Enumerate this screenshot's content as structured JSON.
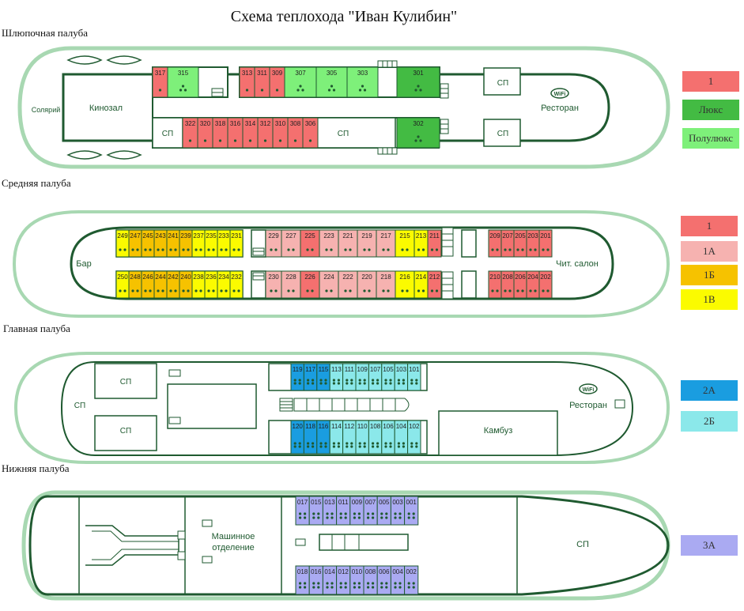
{
  "title": "Схема теплохода \"Иван Кулибин\"",
  "colors": {
    "c1": "#f4706f",
    "lux": "#43bb43",
    "polulux": "#7ef07a",
    "c1a": "#f6b2b0",
    "c1b": "#f6c200",
    "c1v": "#fbfb00",
    "c2a": "#1a9de0",
    "c2b": "#8be8ea",
    "c3a": "#aaaaf2",
    "hull": "#a8d8b2",
    "line": "#1f5a30"
  },
  "decks": [
    {
      "key": "boat",
      "label": "Шлюпочная палуба",
      "areas": {
        "solarium": "Солярий",
        "cinema": "Кинозал",
        "restaurant": "Ресторан",
        "sp": "СП"
      },
      "top": [
        {
          "n": "317",
          "c": "c1"
        },
        {
          "n": "315",
          "c": "polulux"
        },
        {
          "n": "313",
          "c": "c1"
        },
        {
          "n": "311",
          "c": "c1"
        },
        {
          "n": "309",
          "c": "c1"
        },
        {
          "n": "307",
          "c": "polulux"
        },
        {
          "n": "305",
          "c": "polulux"
        },
        {
          "n": "303",
          "c": "polulux"
        },
        {
          "n": "301",
          "c": "lux"
        }
      ],
      "bottom": [
        {
          "n": "322",
          "c": "c1"
        },
        {
          "n": "320",
          "c": "c1"
        },
        {
          "n": "318",
          "c": "c1"
        },
        {
          "n": "316",
          "c": "c1"
        },
        {
          "n": "314",
          "c": "c1"
        },
        {
          "n": "312",
          "c": "c1"
        },
        {
          "n": "310",
          "c": "c1"
        },
        {
          "n": "308",
          "c": "c1"
        },
        {
          "n": "306",
          "c": "c1"
        },
        {
          "n": "302",
          "c": "lux"
        }
      ]
    },
    {
      "key": "middle",
      "label": "Средняя палуба",
      "areas": {
        "bar": "Бар",
        "salon": "Чит. салон"
      },
      "top": [
        {
          "n": "249",
          "c": "c1v"
        },
        {
          "n": "247",
          "c": "c1b"
        },
        {
          "n": "245",
          "c": "c1b"
        },
        {
          "n": "243",
          "c": "c1b"
        },
        {
          "n": "241",
          "c": "c1b"
        },
        {
          "n": "239",
          "c": "c1b"
        },
        {
          "n": "237",
          "c": "c1v"
        },
        {
          "n": "235",
          "c": "c1v"
        },
        {
          "n": "233",
          "c": "c1v"
        },
        {
          "n": "231",
          "c": "c1v"
        },
        {
          "n": "229",
          "c": "c1a"
        },
        {
          "n": "227",
          "c": "c1a"
        },
        {
          "n": "225",
          "c": "c1"
        },
        {
          "n": "223",
          "c": "c1a"
        },
        {
          "n": "221",
          "c": "c1a"
        },
        {
          "n": "219",
          "c": "c1a"
        },
        {
          "n": "217",
          "c": "c1a"
        },
        {
          "n": "215",
          "c": "c1v"
        },
        {
          "n": "213",
          "c": "c1v"
        },
        {
          "n": "211",
          "c": "c1"
        },
        {
          "n": "209",
          "c": "c1"
        },
        {
          "n": "207",
          "c": "c1"
        },
        {
          "n": "205",
          "c": "c1"
        },
        {
          "n": "203",
          "c": "c1"
        },
        {
          "n": "201",
          "c": "c1"
        }
      ],
      "bottom": [
        {
          "n": "250",
          "c": "c1v"
        },
        {
          "n": "248",
          "c": "c1b"
        },
        {
          "n": "246",
          "c": "c1b"
        },
        {
          "n": "244",
          "c": "c1b"
        },
        {
          "n": "242",
          "c": "c1b"
        },
        {
          "n": "240",
          "c": "c1b"
        },
        {
          "n": "238",
          "c": "c1v"
        },
        {
          "n": "236",
          "c": "c1v"
        },
        {
          "n": "234",
          "c": "c1v"
        },
        {
          "n": "232",
          "c": "c1v"
        },
        {
          "n": "230",
          "c": "c1a"
        },
        {
          "n": "228",
          "c": "c1a"
        },
        {
          "n": "226",
          "c": "c1"
        },
        {
          "n": "224",
          "c": "c1a"
        },
        {
          "n": "222",
          "c": "c1a"
        },
        {
          "n": "220",
          "c": "c1a"
        },
        {
          "n": "218",
          "c": "c1a"
        },
        {
          "n": "216",
          "c": "c1v"
        },
        {
          "n": "214",
          "c": "c1v"
        },
        {
          "n": "212",
          "c": "c1"
        },
        {
          "n": "210",
          "c": "c1"
        },
        {
          "n": "208",
          "c": "c1"
        },
        {
          "n": "206",
          "c": "c1"
        },
        {
          "n": "204",
          "c": "c1"
        },
        {
          "n": "202",
          "c": "c1"
        }
      ]
    },
    {
      "key": "main",
      "label": "Главная палуба",
      "areas": {
        "sp": "СП",
        "restaurant": "Ресторан",
        "galley": "Камбуз"
      },
      "top": [
        {
          "n": "119",
          "c": "c2a"
        },
        {
          "n": "117",
          "c": "c2a"
        },
        {
          "n": "115",
          "c": "c2a"
        },
        {
          "n": "113",
          "c": "c2b"
        },
        {
          "n": "111",
          "c": "c2b"
        },
        {
          "n": "109",
          "c": "c2b"
        },
        {
          "n": "107",
          "c": "c2b"
        },
        {
          "n": "105",
          "c": "c2b"
        },
        {
          "n": "103",
          "c": "c2b"
        },
        {
          "n": "101",
          "c": "c2b"
        }
      ],
      "bottom": [
        {
          "n": "120",
          "c": "c2a"
        },
        {
          "n": "118",
          "c": "c2a"
        },
        {
          "n": "116",
          "c": "c2a"
        },
        {
          "n": "114",
          "c": "c2b"
        },
        {
          "n": "112",
          "c": "c2b"
        },
        {
          "n": "110",
          "c": "c2b"
        },
        {
          "n": "108",
          "c": "c2b"
        },
        {
          "n": "106",
          "c": "c2b"
        },
        {
          "n": "104",
          "c": "c2b"
        },
        {
          "n": "102",
          "c": "c2b"
        }
      ]
    },
    {
      "key": "lower",
      "label": "Нижняя палуба",
      "areas": {
        "engine": "Машинное отделение",
        "sp": "СП"
      },
      "top": [
        {
          "n": "017",
          "c": "c3a"
        },
        {
          "n": "015",
          "c": "c3a"
        },
        {
          "n": "013",
          "c": "c3a"
        },
        {
          "n": "011",
          "c": "c3a"
        },
        {
          "n": "009",
          "c": "c3a"
        },
        {
          "n": "007",
          "c": "c3a"
        },
        {
          "n": "005",
          "c": "c3a"
        },
        {
          "n": "003",
          "c": "c3a"
        },
        {
          "n": "001",
          "c": "c3a"
        }
      ],
      "bottom": [
        {
          "n": "018",
          "c": "c3a"
        },
        {
          "n": "016",
          "c": "c3a"
        },
        {
          "n": "014",
          "c": "c3a"
        },
        {
          "n": "012",
          "c": "c3a"
        },
        {
          "n": "010",
          "c": "c3a"
        },
        {
          "n": "008",
          "c": "c3a"
        },
        {
          "n": "006",
          "c": "c3a"
        },
        {
          "n": "004",
          "c": "c3a"
        },
        {
          "n": "002",
          "c": "c3a"
        }
      ]
    }
  ],
  "legends": [
    {
      "label": "1",
      "c": "c1"
    },
    {
      "label": "Люкс",
      "c": "lux"
    },
    {
      "label": "Полулюкс",
      "c": "polulux"
    },
    {
      "label": "1",
      "c": "c1"
    },
    {
      "label": "1А",
      "c": "c1a"
    },
    {
      "label": "1Б",
      "c": "c1b"
    },
    {
      "label": "1В",
      "c": "c1v"
    },
    {
      "label": "2А",
      "c": "c2a"
    },
    {
      "label": "2Б",
      "c": "c2b"
    },
    {
      "label": "3А",
      "c": "c3a"
    }
  ],
  "wifi": "WiFi"
}
